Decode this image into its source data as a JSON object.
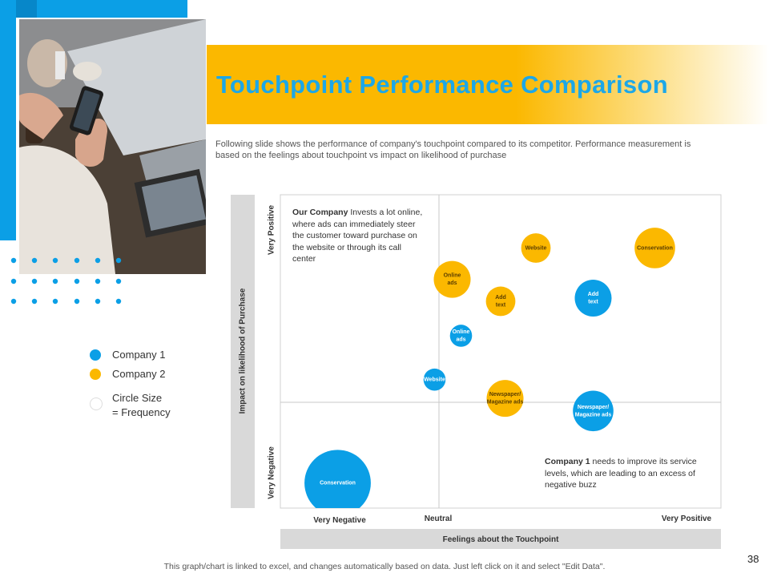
{
  "slide": {
    "title": "Touchpoint Performance Comparison",
    "description": "Following slide shows the performance of company's touchpoint compared to its competitor. Performance measurement is based on the feelings about touchpoint vs impact on likelihood of purchase",
    "footer": "This graph/chart is linked to excel, and changes automatically based on data. Just left click on it and select \"Edit Data\".",
    "slide_number": "38",
    "accent_blue": "#0b9fe6",
    "accent_yellow": "#fbb800"
  },
  "legend": {
    "items": [
      {
        "label": "Company 1",
        "color": "#0b9fe6"
      },
      {
        "label": "Company 2",
        "color": "#fbb800"
      }
    ],
    "size_line1": "Circle Size",
    "size_line2": "= Frequency"
  },
  "notes": {
    "our_company_bold": "Our Company",
    "our_company_text": " Invests a lot online, where ads can immediately steer the customer toward purchase on the website or through its call center",
    "company1_bold": "Company 1",
    "company1_text": " needs to improve its service levels, which are leading to an excess of negative buzz"
  },
  "chart_data": {
    "type": "scatter",
    "xlabel": "Feelings about the Touchpoint",
    "ylabel": "Impact on likelihood of Purchase",
    "x_ticks": [
      "Very Negative",
      "Neutral",
      "Very Positive"
    ],
    "y_ticks": [
      "Very Negative",
      "Very Positive"
    ],
    "xlim": [
      0,
      10
    ],
    "ylim": [
      0,
      10
    ],
    "grid": false,
    "legend": "left",
    "series": [
      {
        "name": "Company 1",
        "color": "#0b9fe6",
        "points": [
          {
            "label": "Conservation",
            "x": 1.3,
            "y": 0.8,
            "size": 9
          },
          {
            "label": "Website",
            "x": 3.5,
            "y": 4.1,
            "size": 3
          },
          {
            "label": "Online ads",
            "x": 4.1,
            "y": 5.5,
            "size": 3
          },
          {
            "label": "Add text",
            "x": 7.1,
            "y": 6.7,
            "size": 5
          },
          {
            "label": "Newspaper/ Magazine ads",
            "x": 7.1,
            "y": 3.1,
            "size": 5.5
          }
        ]
      },
      {
        "name": "Company 2",
        "color": "#fbb800",
        "points": [
          {
            "label": "Online ads",
            "x": 3.9,
            "y": 7.3,
            "size": 5
          },
          {
            "label": "Add text",
            "x": 5.0,
            "y": 6.6,
            "size": 4
          },
          {
            "label": "Website",
            "x": 5.8,
            "y": 8.3,
            "size": 4
          },
          {
            "label": "Conservation",
            "x": 8.5,
            "y": 8.3,
            "size": 5.5
          },
          {
            "label": "Newspaper/ Magazine ads",
            "x": 5.1,
            "y": 3.5,
            "size": 5
          }
        ]
      }
    ]
  }
}
